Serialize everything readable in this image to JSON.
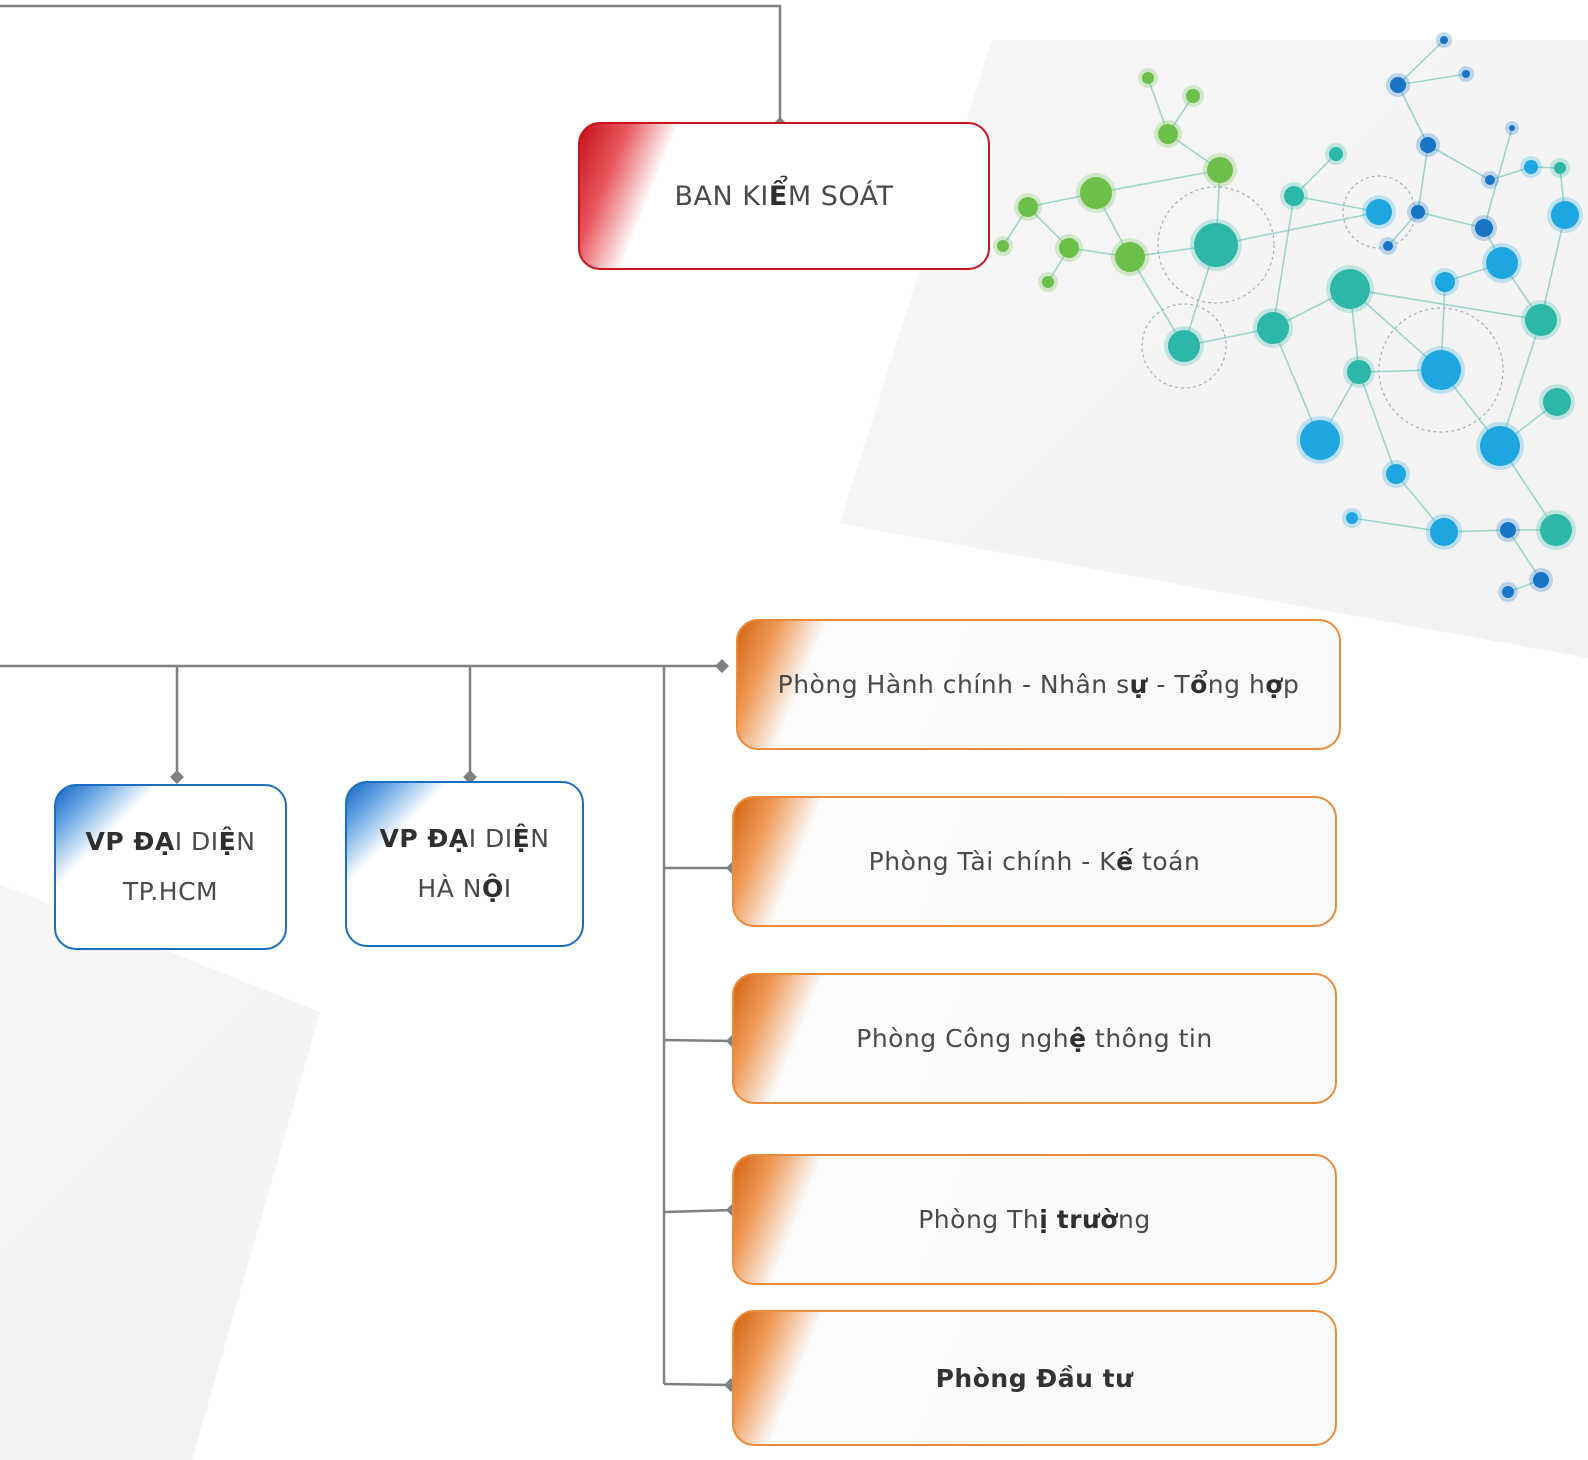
{
  "colors": {
    "connector": "#808080",
    "red_border": "#c9141c",
    "blue_border": "#1c6fc0",
    "orange_border": "#ed8b3a",
    "network_green": "#6cc04a",
    "network_teal": "#2cb7a6",
    "network_blue": "#1ea6e0"
  },
  "nodes": {
    "ban_kiem_soat": [
      {
        "text": "BAN KI",
        "bold": false
      },
      {
        "text": "Ể",
        "bold": true
      },
      {
        "text": "M SOÁT",
        "bold": false
      }
    ],
    "vp_hcm": {
      "line1": [
        {
          "text": "VP ĐẠ",
          "bold": true
        },
        {
          "text": "I DI",
          "bold": false
        },
        {
          "text": "Ệ",
          "bold": true
        },
        {
          "text": "N",
          "bold": false
        }
      ],
      "line2": [
        {
          "text": "TP.HCM",
          "bold": false
        }
      ]
    },
    "vp_hanoi": {
      "line1": [
        {
          "text": "VP ĐẠ",
          "bold": true
        },
        {
          "text": "I DI",
          "bold": false
        },
        {
          "text": "Ệ",
          "bold": true
        },
        {
          "text": "N",
          "bold": false
        }
      ],
      "line2": [
        {
          "text": "HÀ N",
          "bold": false
        },
        {
          "text": "Ộ",
          "bold": true
        },
        {
          "text": "I",
          "bold": false
        }
      ]
    },
    "phong_hcns": [
      {
        "text": "Phòng Hành chính - Nhân s",
        "bold": false
      },
      {
        "text": "ự",
        "bold": true
      },
      {
        "text": " - T",
        "bold": false
      },
      {
        "text": "ổ",
        "bold": true
      },
      {
        "text": "ng h",
        "bold": false
      },
      {
        "text": "ợ",
        "bold": true
      },
      {
        "text": "p",
        "bold": false
      }
    ],
    "phong_tckt": [
      {
        "text": "Phòng Tài chính - K",
        "bold": false
      },
      {
        "text": "ế",
        "bold": true
      },
      {
        "text": " toán",
        "bold": false
      }
    ],
    "phong_cntt": [
      {
        "text": "Phòng Công ngh",
        "bold": false
      },
      {
        "text": "ệ",
        "bold": true
      },
      {
        "text": " thông tin",
        "bold": false
      }
    ],
    "phong_tt": [
      {
        "text": "Phòng Th",
        "bold": false
      },
      {
        "text": "ị",
        "bold": true
      },
      {
        "text": " ",
        "bold": false
      },
      {
        "text": "trườ",
        "bold": true
      },
      {
        "text": "ng",
        "bold": false
      }
    ],
    "phong_dt": "Phòng Đầu tư"
  }
}
